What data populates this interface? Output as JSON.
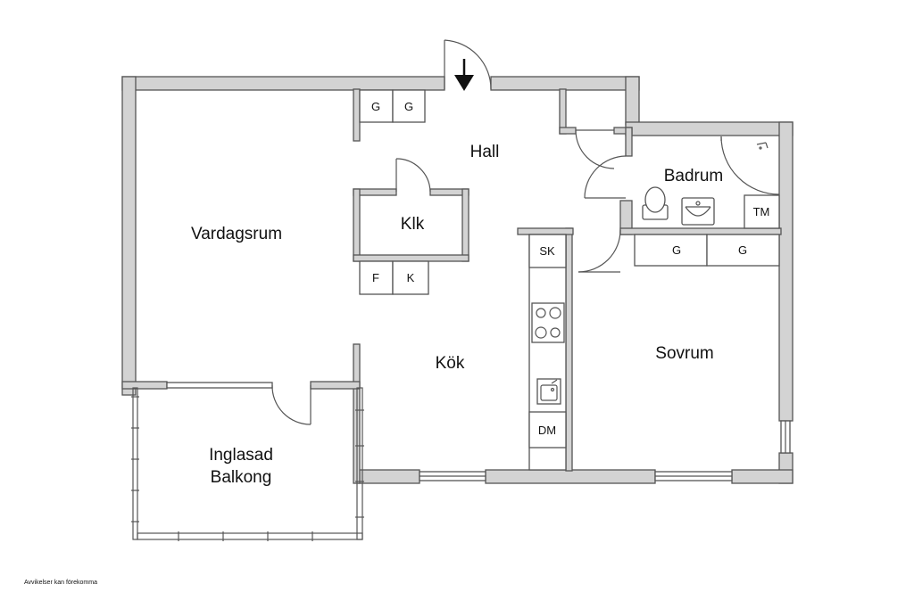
{
  "rooms": {
    "hall": "Hall",
    "vardagsrum": "Vardagsrum",
    "klk": "Klk",
    "badrum": "Badrum",
    "kok": "Kök",
    "sovrum": "Sovrum",
    "balkong_line1": "Inglasad",
    "balkong_line2": "Balkong"
  },
  "fixtures": {
    "g": "G",
    "f": "F",
    "k": "K",
    "sk": "SK",
    "dm": "DM",
    "tm": "TM"
  },
  "footnote": "Avvikelser kan förekomma",
  "icons": {
    "entrance": "entrance-arrow-icon",
    "stove": "stove-icon",
    "sink": "kitchen-sink-icon",
    "toilet": "toilet-icon",
    "washbasin": "washbasin-icon",
    "shower": "shower-icon"
  }
}
